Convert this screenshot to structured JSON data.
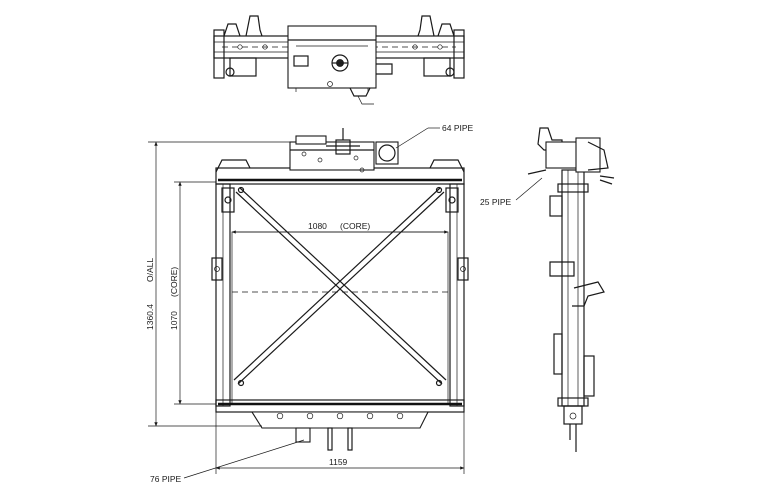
{
  "labels": {
    "pipe_64": "64 PIPE",
    "pipe_25": "25 PIPE",
    "pipe_76": "76 PIPE",
    "dim_core_width": "1080",
    "dim_core_width_tag": "(CORE)",
    "dim_overall_width": "1159",
    "dim_core_height": "1070",
    "dim_core_height_tag": "(CORE)",
    "dim_overall_height": "1360.4",
    "dim_overall_height_tag": "O/ALL"
  },
  "colors": {
    "line": "#1a1a1a",
    "background": "#ffffff"
  }
}
